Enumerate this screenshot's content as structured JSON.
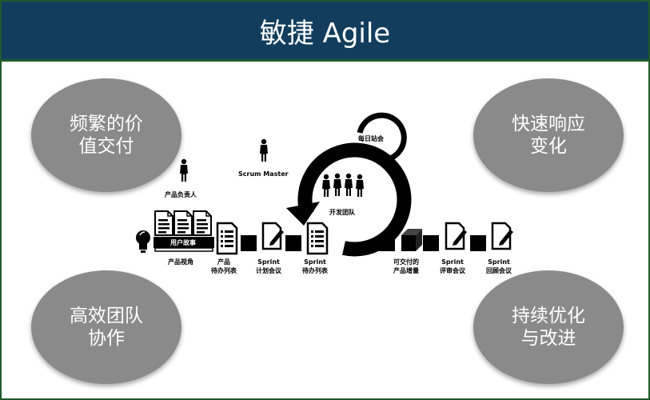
{
  "title": "敏捷 Agile",
  "circles": {
    "top_left": [
      "频繁的价",
      "值交付"
    ],
    "top_right": [
      "快速响应",
      "变化"
    ],
    "bottom_left": [
      "高效团队",
      "协作"
    ],
    "bottom_right": [
      "持续优化",
      "与改进"
    ]
  },
  "roles": {
    "product_owner": "产品负责人",
    "scrum_master": "Scrum Master",
    "daily_standup": "每日站会",
    "dev_team": "开发团队"
  },
  "process": {
    "user_stories": "用户故事",
    "steps": [
      [
        "产品视角"
      ],
      [
        "产品",
        "待办列表"
      ],
      [
        "Sprint",
        "计划会议"
      ],
      [
        "Sprint",
        "待办列表"
      ],
      [
        "可交付的",
        "产品增量"
      ],
      [
        "Sprint",
        "评审会议"
      ],
      [
        "Sprint",
        "回顾会议"
      ]
    ]
  },
  "colors": {
    "header": "#123d5c",
    "border": "#1f5a2a",
    "circle": "#8a8a8a"
  },
  "icons": [
    "lightbulb-icon",
    "person-icon",
    "document-icon",
    "list-document-icon",
    "pencil-document-icon",
    "cube-icon",
    "cycle-arrow-icon"
  ]
}
